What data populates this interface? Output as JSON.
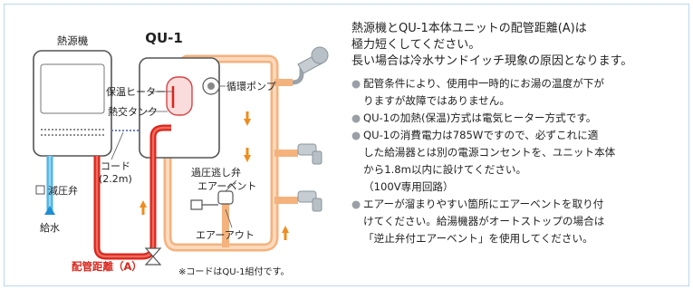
{
  "diagram": {
    "labels": {
      "heat_source": "熱源機",
      "unit_title": "QU-1",
      "warming_heater": "保温ヒーター",
      "heat_exchange_tank": "熱交タンク",
      "circulation_pump": "循環ポンプ",
      "pressure_reducing_valve": "減圧弁",
      "cord": "コード",
      "cord_length": "(2.2m)",
      "water_supply": "給水",
      "overpressure_relief_valve": "過圧逃し弁",
      "air_vent": "エアーベント",
      "air_out": "エアーアウト",
      "piping_distance": "配管距離（A）",
      "cord_note": "※コードはQU-1組付です。"
    },
    "colors": {
      "hot_pipe": "#d9261c",
      "circulation_pipe": "#f4b27d",
      "cold_pipe": "#4bb4e6",
      "arrow": "#f08c1e",
      "unit_outline": "#333333"
    }
  },
  "text": {
    "intro": [
      "熱源機とQU-1本体ユニットの配管距離(A)は",
      "極力短くしてください。",
      "長い場合は冷水サンドイッチ現象の原因となります。"
    ],
    "bullets": [
      {
        "lines": [
          "配管条件により、使用中一時的にお湯の温度が下が",
          "りますが故障ではありません。"
        ]
      },
      {
        "lines": [
          "QU-1の加熱(保温)方式は電気ヒーター方式です。"
        ]
      },
      {
        "lines": [
          "QU-1の消費電力は785Wですので、必ずこれに適",
          "した給湯器とは別の電源コンセントを、ユニット本体",
          "から1.8m以内に設けてください。",
          "（100V専用回路）"
        ]
      },
      {
        "lines": [
          "エアーが溜まりやすい箇所にエアーベントを取り付",
          "けてください。給湯機器がオートストップの場合は",
          "「逆止弁付エアーベント」を使用してください。"
        ]
      }
    ],
    "bullet_glyph": "●"
  }
}
